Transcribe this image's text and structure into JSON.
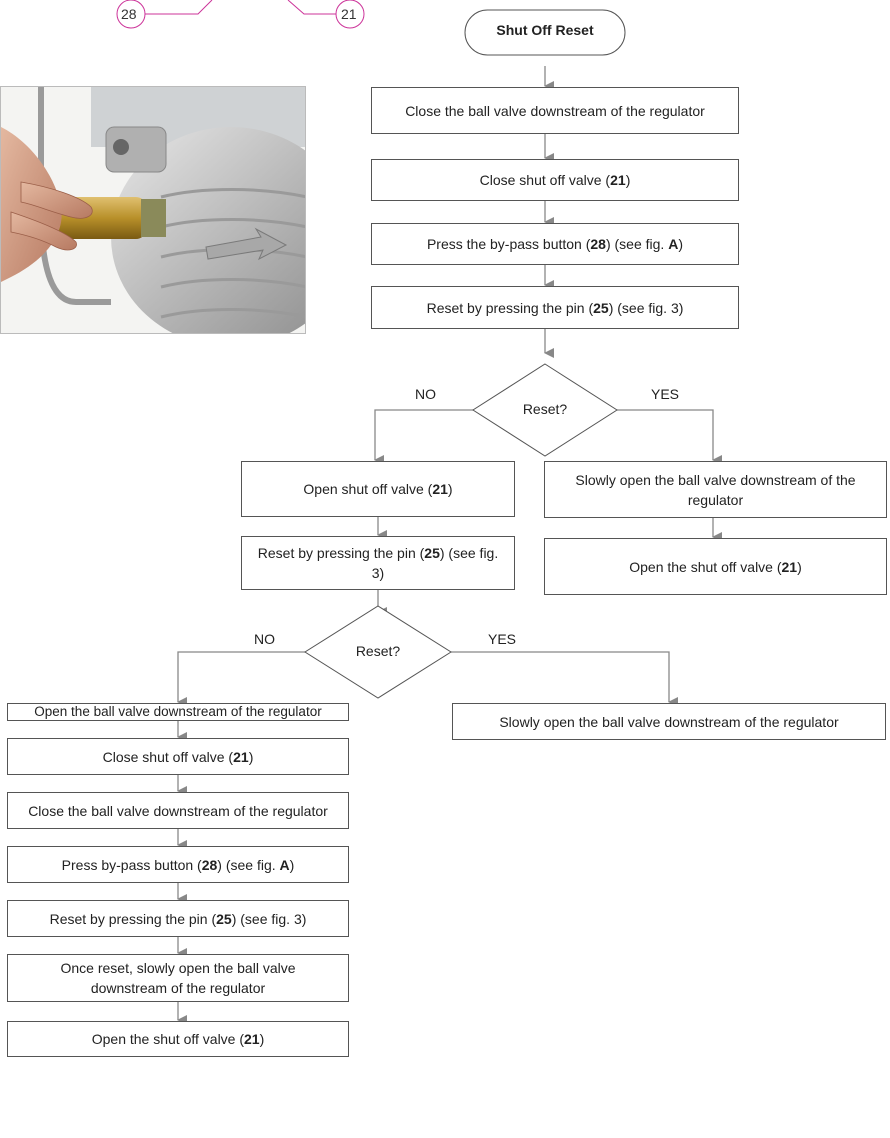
{
  "callouts": {
    "left": "28",
    "right": "21"
  },
  "start": "Shut Off Reset",
  "steps": {
    "s1": "Close the ball valve downstream of the regulator",
    "s2": "Close shut off valve (21)",
    "s3": "Press the by-pass button (28) (see fig. A)",
    "s4": "Reset by pressing the pin (25) (see fig. 3)",
    "d1": "Reset?",
    "d1_no": "NO",
    "d1_yes": "YES",
    "y1": "Slowly open the ball valve downstream of the regulator",
    "y2": "Open the shut off valve (21)",
    "n1": "Open shut off valve (21)",
    "n2": "Reset by pressing the pin (25) (see fig. 3)",
    "d2": "Reset?",
    "d2_no": "NO",
    "d2_yes": "YES",
    "y3": "Slowly open the ball valve downstream of the regulator",
    "m1": "Open the ball valve downstream of the regulator",
    "m2": "Close shut off valve (21)",
    "m3": "Close the ball valve downstream of the regulator",
    "m4": "Press by-pass button (28) (see fig. A)",
    "m5": "Reset by pressing the pin (25) (see fig. 3)",
    "m6": "Once reset, slowly open the ball valve downstream of the regulator",
    "m7": "Open the shut off valve (21)"
  },
  "colors": {
    "arrow": "#888888",
    "stroke": "#555555",
    "callout": "#cc3399"
  }
}
